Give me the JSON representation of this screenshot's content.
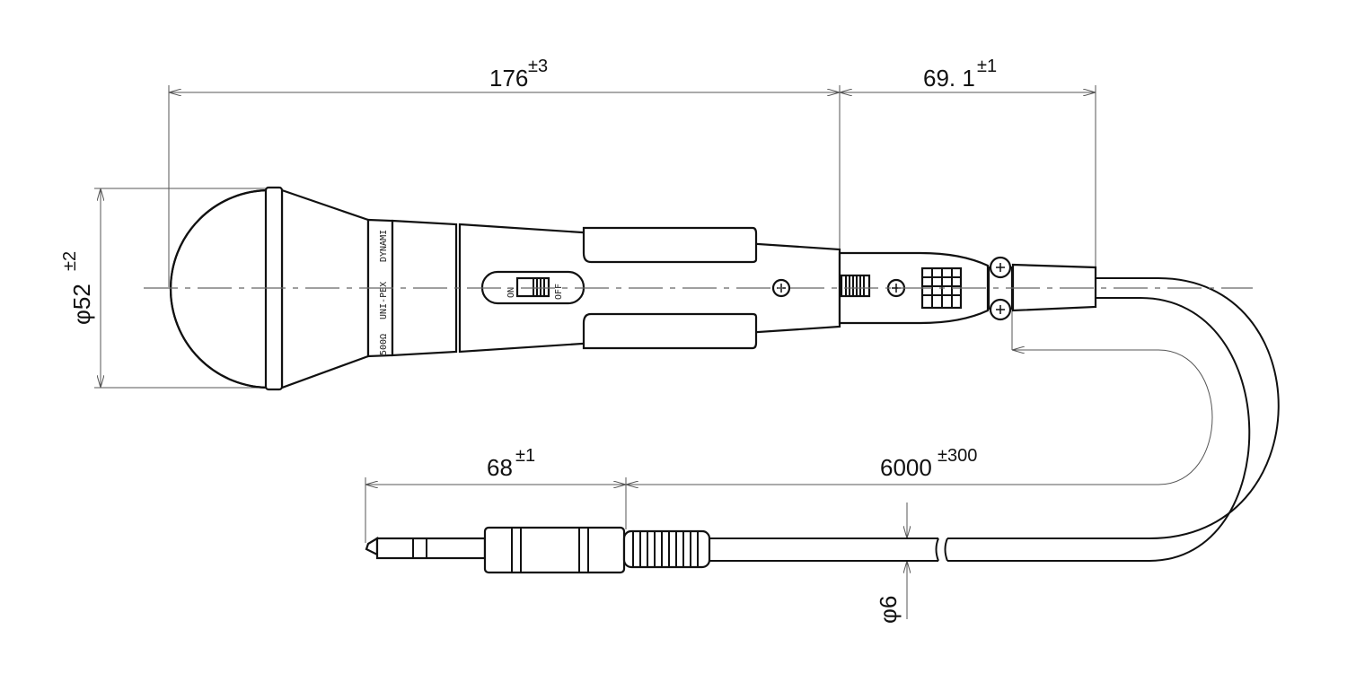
{
  "dimensions": {
    "overall_length": {
      "value": "176",
      "tolerance": "±3"
    },
    "connector_length": {
      "value": "69. 1",
      "tolerance": "±1"
    },
    "head_diameter": {
      "value": "φ52",
      "tolerance": "±2"
    },
    "plug_length": {
      "value": "68",
      "tolerance": "±1"
    },
    "cable_length": {
      "value": "6000",
      "tolerance": "±300"
    },
    "cable_diameter": {
      "value": "φ6"
    }
  },
  "body_markings": {
    "brand": "UNI-PEX",
    "type": "DYNAMI",
    "impedance": "500Ω"
  },
  "switch": {
    "on_label": "ON",
    "off_label": "OFF"
  }
}
